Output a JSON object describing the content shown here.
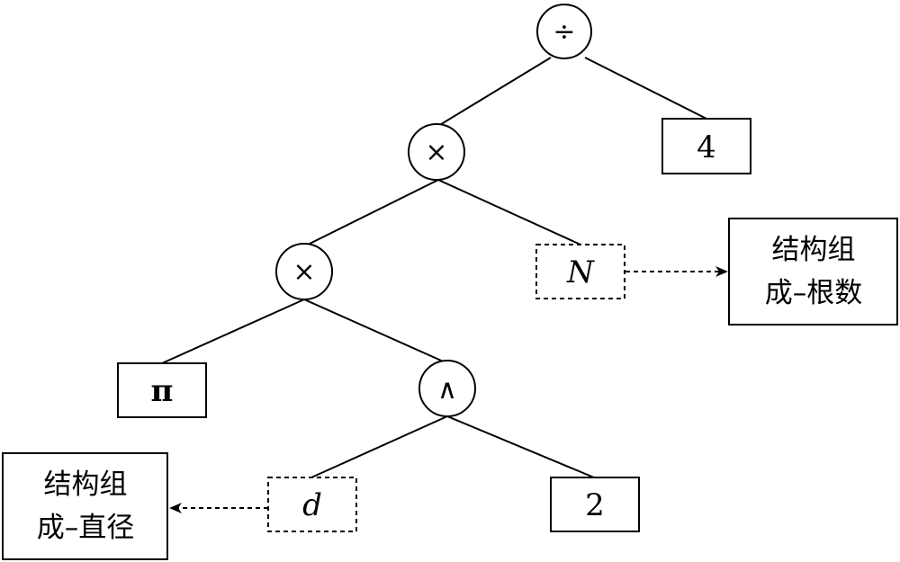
{
  "nodes": {
    "root": "÷",
    "mult_upper": "×",
    "mult_lower": "×",
    "power": "∧",
    "four": "4",
    "N": "N",
    "pi": "π",
    "d": "d",
    "two": "2"
  },
  "notes": {
    "root_count": {
      "line1": "结构组",
      "line2": "成–根数"
    },
    "diameter": {
      "line1": "结构组",
      "line2": "成–直径"
    }
  }
}
